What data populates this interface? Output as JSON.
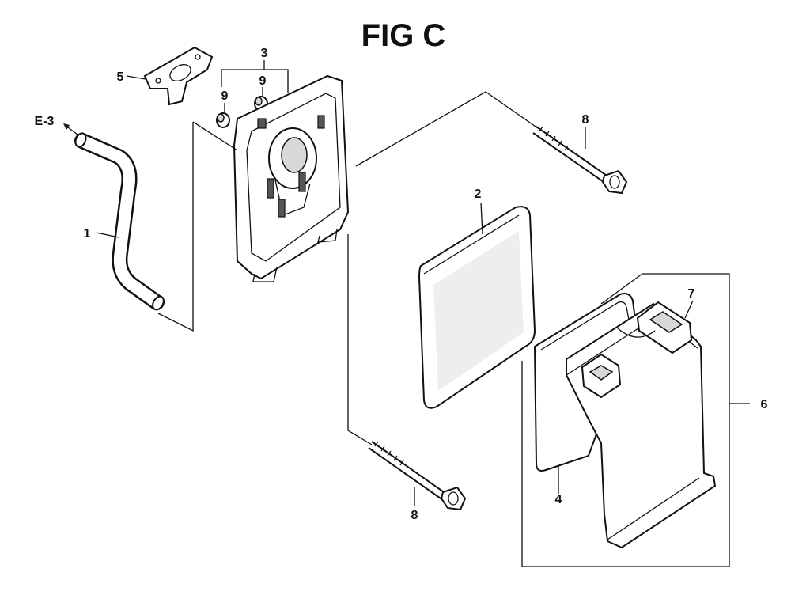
{
  "title": "FIG C",
  "callouts": {
    "hose": "1",
    "filter_element": "2",
    "base_group": "3",
    "seal": "4",
    "gasket": "5",
    "cover_group": "6",
    "cover_clip": "7",
    "bolt_upper": "8",
    "bolt_lower": "8",
    "collar_left": "9",
    "collar_right": "9",
    "ref_link": "E-3"
  }
}
